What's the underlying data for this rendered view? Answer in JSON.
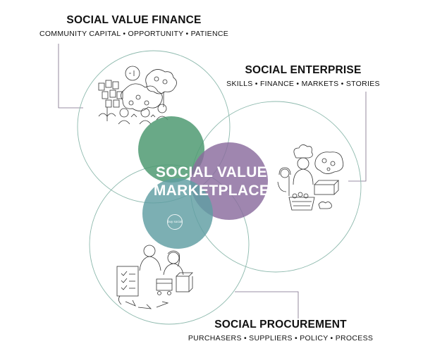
{
  "diagram": {
    "center_label_line1": "SOCIAL VALUE",
    "center_label_line2": "MARKETPLACE",
    "badge_text": "buy social",
    "sections": {
      "finance": {
        "title": "SOCIAL VALUE FINANCE",
        "subtitle": "COMMUNITY CAPITAL • OPPORTUNITY • PATIENCE"
      },
      "enterprise": {
        "title": "SOCIAL ENTERPRISE",
        "subtitle": "SKILLS • FINANCE • MARKETS • STORIES"
      },
      "procurement": {
        "title": "SOCIAL PROCUREMENT",
        "subtitle": "PURCHASERS • SUPPLIERS • POLICY • PROCESS"
      }
    },
    "colors": {
      "finance": "#4f9a72",
      "enterprise": "#8a6b9e",
      "procurement": "#5f9ea2",
      "outline": "#8db9ad",
      "connector": "#7a6b86",
      "sketch": "#333333"
    }
  }
}
